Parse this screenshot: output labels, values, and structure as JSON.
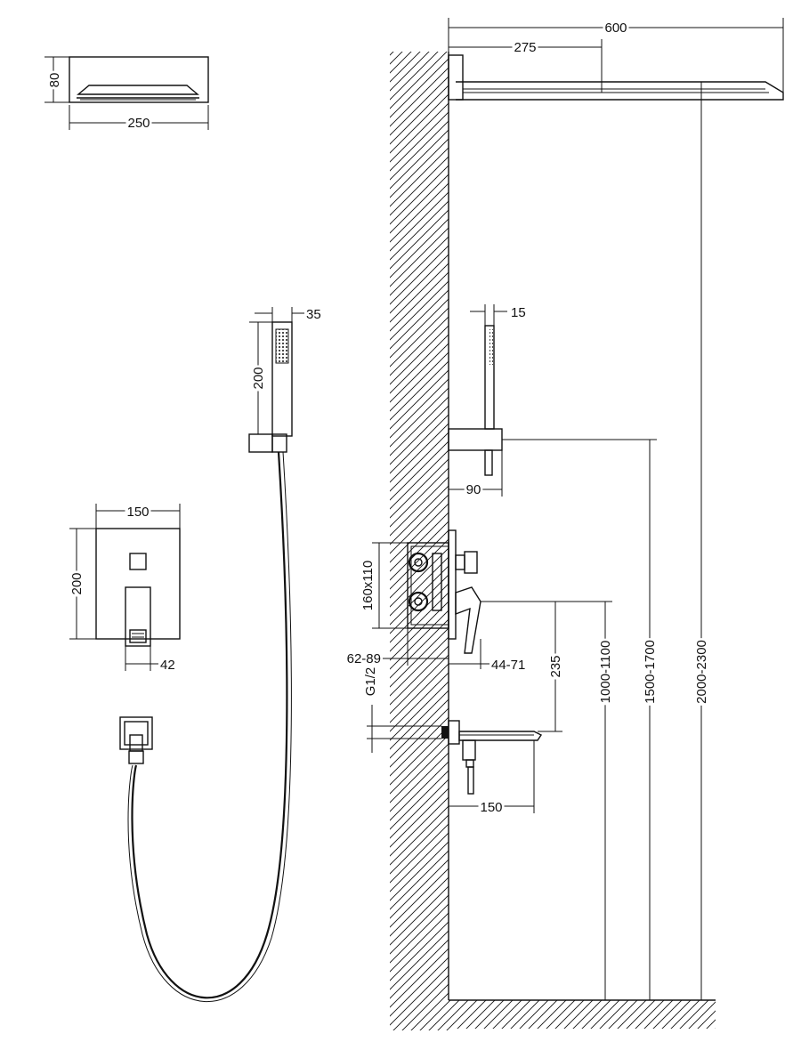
{
  "dimensions": {
    "rain_head_height": "80",
    "rain_head_width": "250",
    "overhead_width": "600",
    "arm_length": "275",
    "hand_shower_width": "35",
    "hand_shower_length": "200",
    "handset_thickness": "15",
    "holder_projection": "90",
    "plate_width": "150",
    "plate_height": "200",
    "lever_projection": "42",
    "box_size": "160x110",
    "box_depth": "62-89",
    "trim_depth": "44-71",
    "mixer_to_spout": "235",
    "thread": "G1/2",
    "spout_projection": "150",
    "mixer_height": "1000-1100",
    "holder_height": "1500-1700",
    "shower_height": "2000-2300"
  }
}
